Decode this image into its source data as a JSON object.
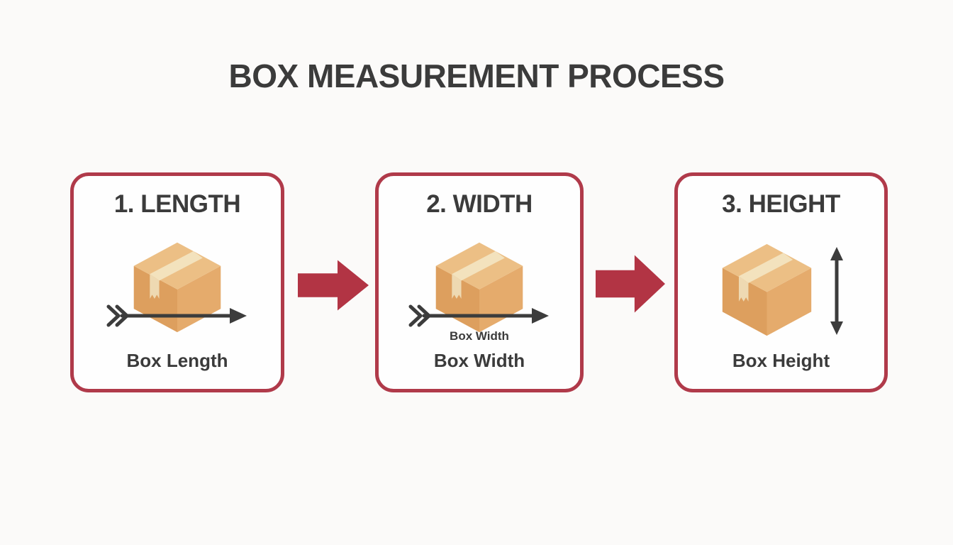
{
  "title": "BOX MEASUREMENT PROCESS",
  "steps": [
    {
      "heading": "1. LENGTH",
      "label": "Box Length"
    },
    {
      "heading": "2. WIDTH",
      "sublabel": "Box Width",
      "label": "Box Width"
    },
    {
      "heading": "3. HEIGHT",
      "label": "Box Height"
    }
  ],
  "icons": {
    "box": "cardboard-box-icon",
    "measure_horizontal": "measure-arrow-horizontal-icon",
    "measure_vertical": "measure-arrow-vertical-icon",
    "flow": "flow-arrow-right-icon"
  },
  "colors": {
    "background": "#fbfaf9",
    "card_bg": "#fefefe",
    "card_border": "#b03a4a",
    "flow_arrow": "#b23444",
    "text_dark": "#3b3b3b",
    "measure_arrow": "#3c3c3c",
    "box_top": "#ecbf85",
    "box_left": "#dd9f5e",
    "box_right": "#e5ab6c",
    "box_tape": "#f3e2bd",
    "box_tape_flap": "#eed9b2"
  }
}
